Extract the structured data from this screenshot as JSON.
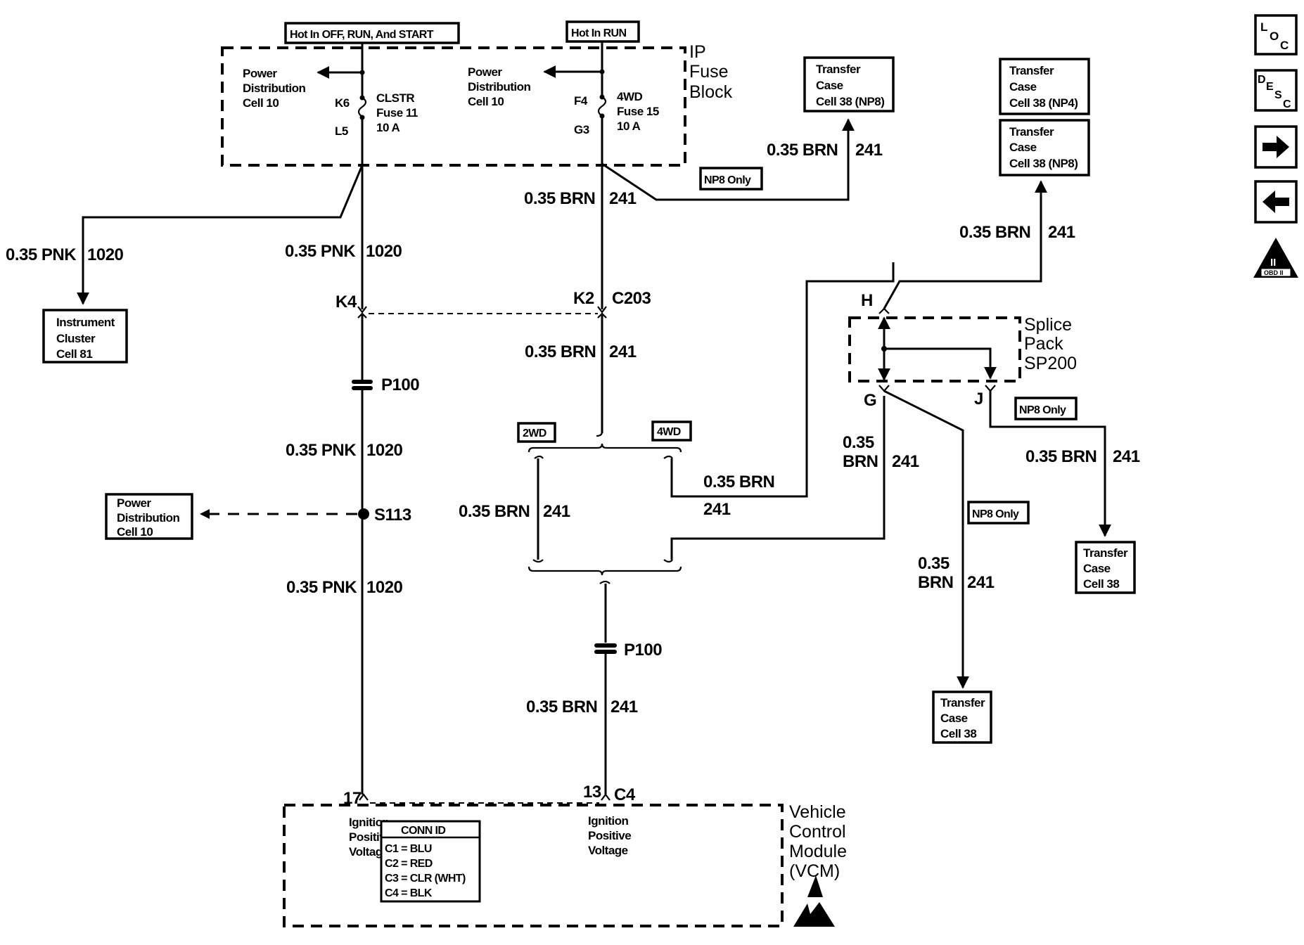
{
  "power_labels": {
    "hot_off_run_start": "Hot In OFF, RUN, And START",
    "hot_run": "Hot In RUN"
  },
  "fuse_block": {
    "title": [
      "IP",
      "Fuse",
      "Block"
    ],
    "left_ref": [
      "Power",
      "Distribution",
      "Cell 10"
    ],
    "right_ref": [
      "Power",
      "Distribution",
      "Cell 10"
    ],
    "fuse11": {
      "in_pin": "K6",
      "out_pin": "L5",
      "name": [
        "CLSTR",
        "Fuse 11",
        "10 A"
      ]
    },
    "fuse15": {
      "in_pin": "F4",
      "out_pin": "G3",
      "name": [
        "4WD",
        "Fuse 15",
        "10 A"
      ]
    }
  },
  "wires": {
    "pnk_gauge": "0.35 PNK",
    "pnk_circuit": "1020",
    "brn_gauge": "0.35 BRN",
    "brn_circuit": "241",
    "gauge_only": "0.35",
    "color_only": "BRN"
  },
  "connectors": {
    "k4": "K4",
    "k2": "K2",
    "c203": "C203",
    "p100_left": "P100",
    "p100_mid": "P100",
    "s113": "S113",
    "pin17": "17",
    "pin13": "13",
    "c4": "C4",
    "h": "H",
    "g": "G",
    "j": "J"
  },
  "options": {
    "twowd": "2WD",
    "fourwd": "4WD",
    "np8_only": "NP8 Only"
  },
  "splice_pack": {
    "title": [
      "Splice",
      "Pack",
      "SP200"
    ]
  },
  "components": {
    "instrument_cluster": [
      "Instrument",
      "Cluster",
      "Cell 81"
    ],
    "power_distribution": [
      "Power",
      "Distribution",
      "Cell 10"
    ],
    "transfer_case_np8_top": [
      "Transfer",
      "Case",
      "Cell 38 (NP8)"
    ],
    "transfer_case_np4": [
      "Transfer",
      "Case",
      "Cell 38 (NP4)"
    ],
    "transfer_case_np8_right": [
      "Transfer",
      "Case",
      "Cell 38 (NP8)"
    ],
    "transfer_case_right": [
      "Transfer",
      "Case",
      "Cell 38"
    ],
    "transfer_case_bottom": [
      "Transfer",
      "Case",
      "Cell 38"
    ]
  },
  "vcm": {
    "title": [
      "Vehicle",
      "Control",
      "Module",
      "(VCM)"
    ],
    "left_pin_label": [
      "Ignition",
      "Positive",
      "Voltage"
    ],
    "right_pin_label": [
      "Ignition",
      "Positive",
      "Voltage"
    ],
    "conn_id": {
      "header": "CONN ID",
      "rows": [
        "C1 = BLU",
        "C2 = RED",
        "C3 = CLR (WHT)",
        "C4 = BLK"
      ]
    }
  },
  "nav_icons": [
    {
      "name": "loc-icon",
      "letters": [
        "L",
        "O",
        "C"
      ]
    },
    {
      "name": "desc-icon",
      "letters": [
        "D",
        "E",
        "S",
        "C"
      ]
    },
    {
      "name": "next-arrow-icon"
    },
    {
      "name": "prev-arrow-icon"
    },
    {
      "name": "obd-ii-icon",
      "roman": "II",
      "caption": "OBD II"
    }
  ]
}
